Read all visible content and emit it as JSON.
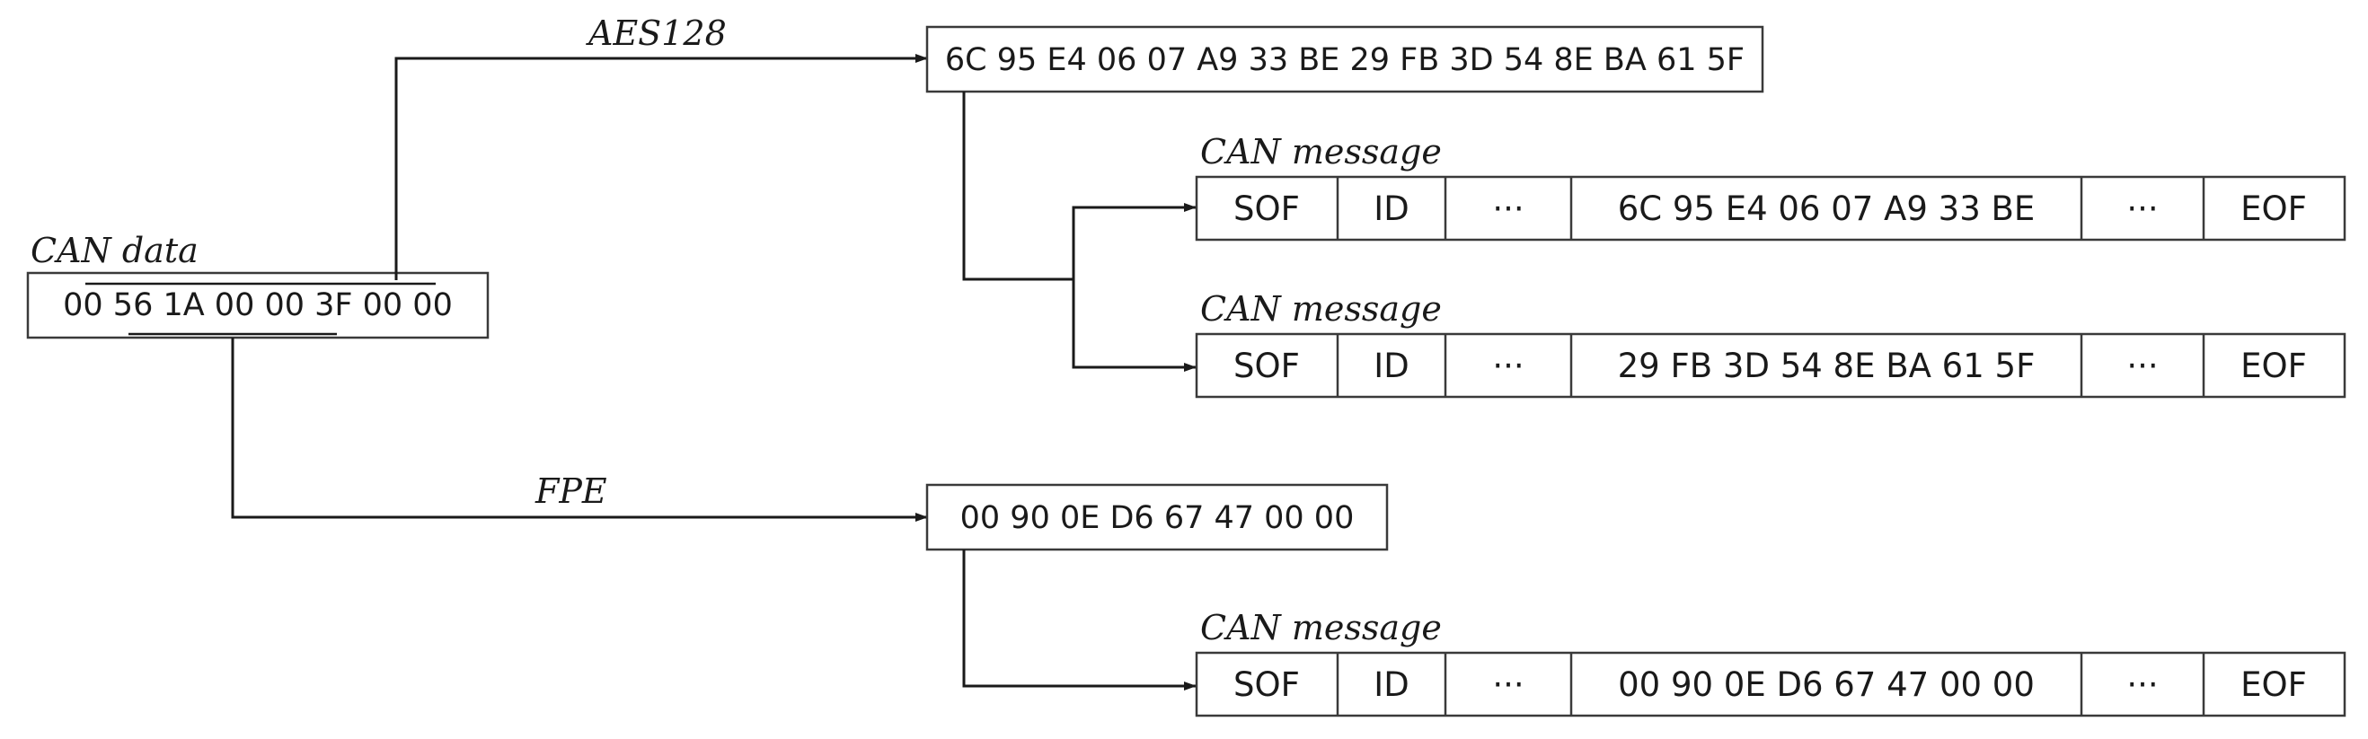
{
  "can_data": {
    "label": "CAN data",
    "value": "00 56 1A 00 00 3F 00 00"
  },
  "aes_branch": {
    "label": "AES128",
    "ciphertext": "6C 95 E4 06 07 A9 33 BE 29 FB 3D 54 8E BA 61 5F",
    "messages": [
      {
        "label": "CAN message",
        "cells": [
          "SOF",
          "ID",
          "···",
          "6C 95 E4 06 07 A9 33 BE",
          "···",
          "EOF"
        ]
      },
      {
        "label": "CAN message",
        "cells": [
          "SOF",
          "ID",
          "···",
          "29 FB 3D 54 8E BA 61 5F",
          "···",
          "EOF"
        ]
      }
    ]
  },
  "fpe_branch": {
    "label": "FPE",
    "ciphertext": "00 90 0E D6 67 47 00 00",
    "messages": [
      {
        "label": "CAN message",
        "cells": [
          "SOF",
          "ID",
          "···",
          "00 90 0E D6 67 47 00 00",
          "···",
          "EOF"
        ]
      }
    ]
  }
}
